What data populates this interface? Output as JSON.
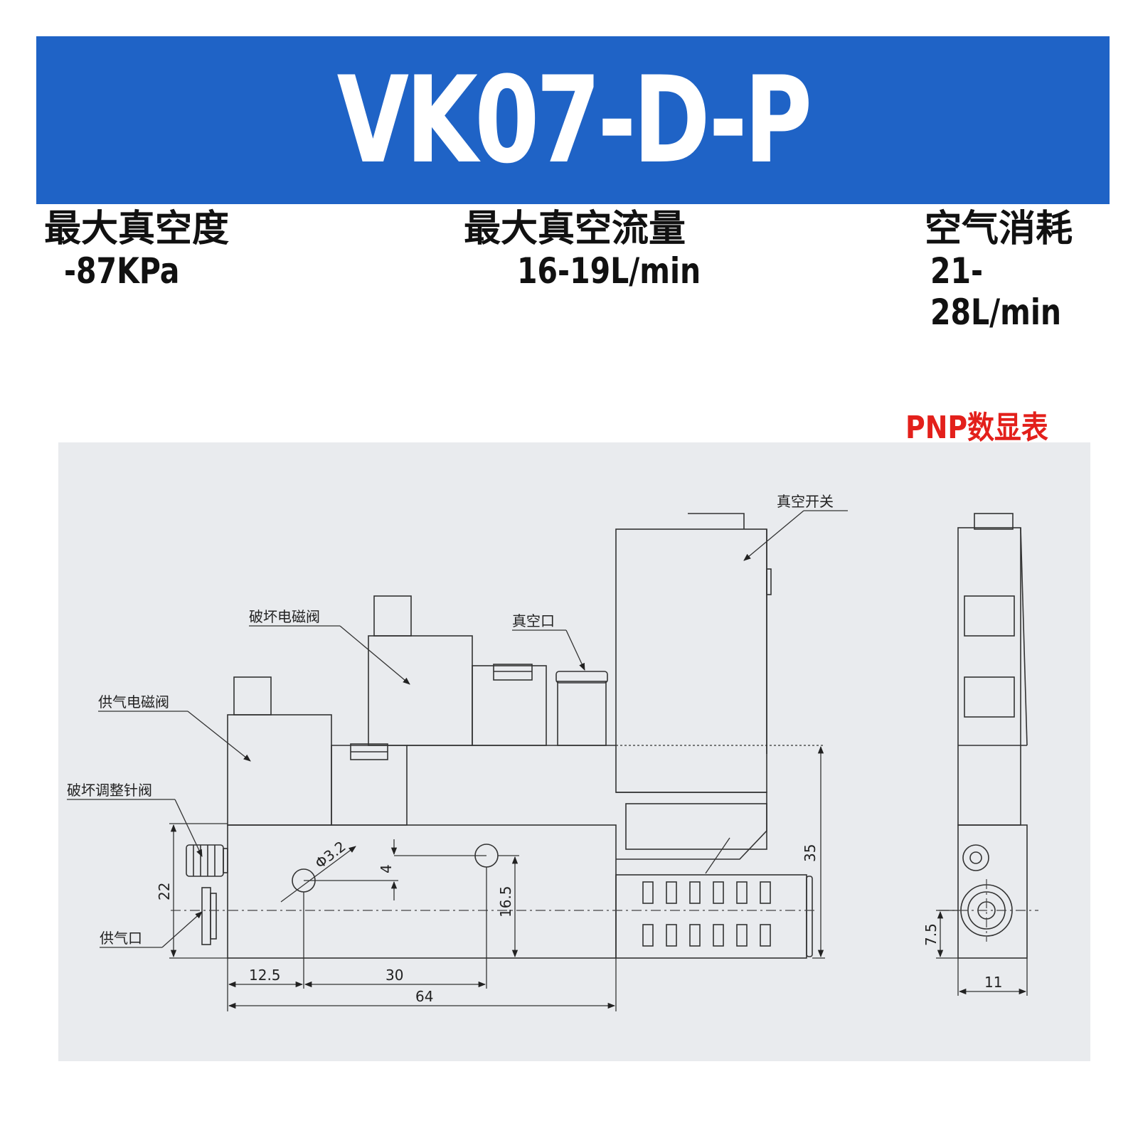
{
  "header": {
    "title": "VK07-D-P",
    "color": "#1f63c6"
  },
  "specs": [
    {
      "label": "最大真空度",
      "value": "-87KPa"
    },
    {
      "label": "最大真空流量",
      "value": "16-19L/min"
    },
    {
      "label": "空气消耗",
      "value": "21-28L/min"
    }
  ],
  "badge": {
    "text": "PNP数显表",
    "color": "#e3201b"
  },
  "drawing": {
    "callouts": {
      "vacuum_switch": "真空开关",
      "release_valve": "破坏电磁阀",
      "vacuum_port": "真空口",
      "supply_valve": "供气电磁阀",
      "needle_valve": "破坏调整针阀",
      "supply_port": "供气口"
    },
    "dimensions": {
      "hole_dia": "Φ3.2",
      "d4": "4",
      "d22": "22",
      "d16_5": "16.5",
      "d35": "35",
      "d12_5": "12.5",
      "d30": "30",
      "d64": "64",
      "d7_5": "7.5",
      "d11": "11"
    }
  }
}
